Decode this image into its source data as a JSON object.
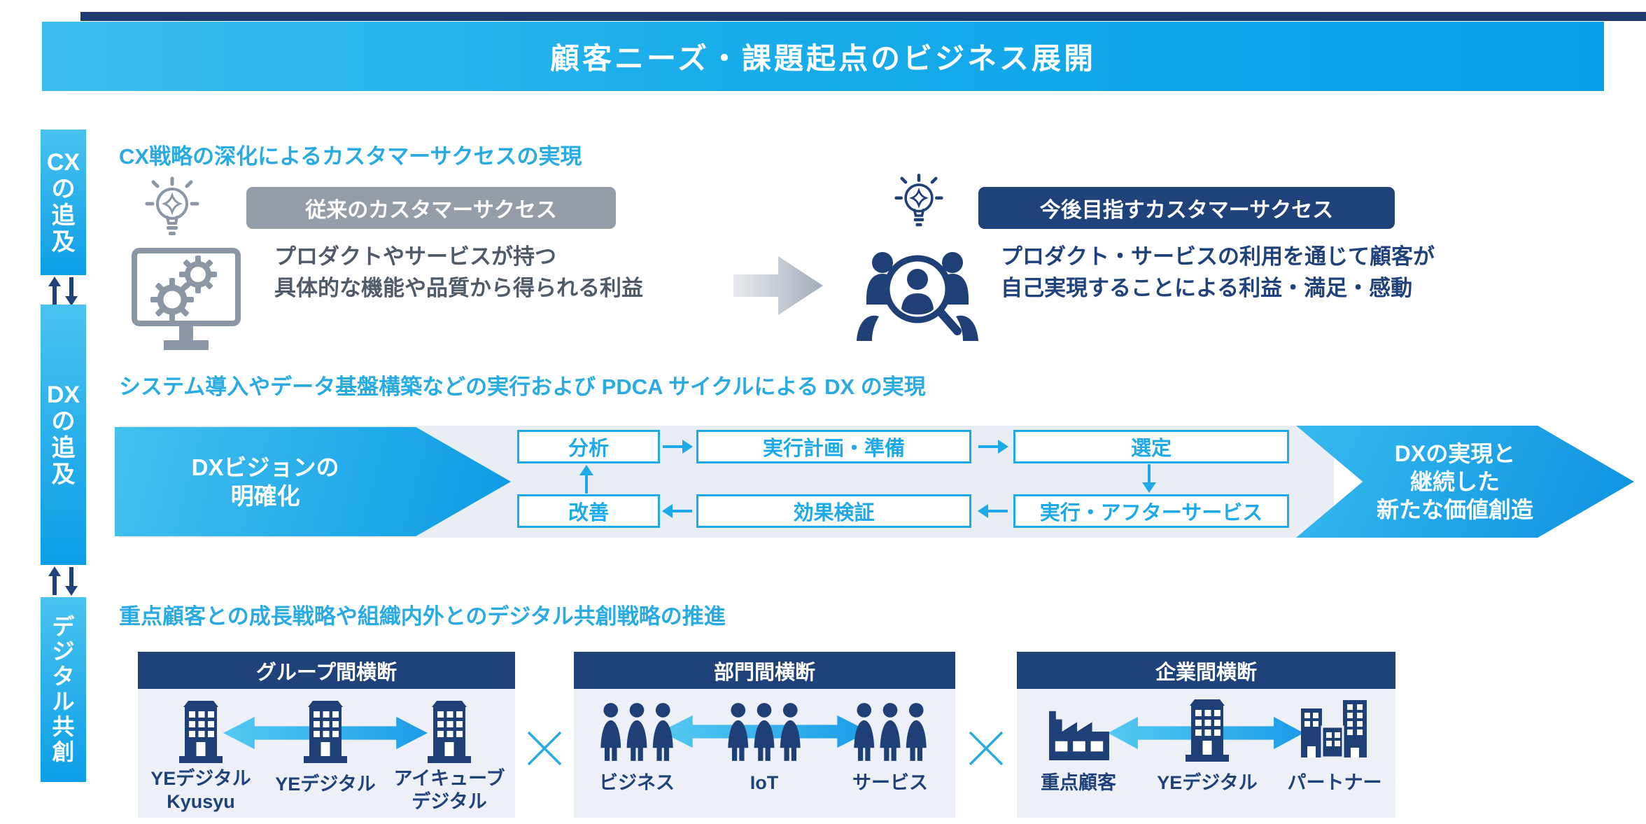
{
  "banner": {
    "title": "顧客ニーズ・課題起点のビジネス展開"
  },
  "sidebar": {
    "bars": [
      {
        "name": "cx-pursuit",
        "chars": [
          "CX",
          "の",
          "追",
          "及"
        ]
      },
      {
        "name": "dx-pursuit",
        "chars": [
          "DX",
          "の",
          "追",
          "及"
        ]
      },
      {
        "name": "digital-cocreation",
        "chars": [
          "デ",
          "ジ",
          "タ",
          "ル",
          "共",
          "創"
        ]
      }
    ]
  },
  "cx": {
    "heading": "CX戦略の深化によるカスタマーサクセスの実現",
    "legacy": {
      "label": "従来のカスタマーサクセス",
      "desc1": "プロダクトやサービスが持つ",
      "desc2": "具体的な機能や品質から得られる利益"
    },
    "future": {
      "label": "今後目指すカスタマーサクセス",
      "desc1": "プロダクト・サービスの利用を通じて顧客が",
      "desc2": "自己実現することによる利益・満足・感動"
    }
  },
  "dx": {
    "heading": "システム導入やデータ基盤構築などの実行および PDCA サイクルによる DX の実現",
    "start": {
      "line1": "DXビジョンの",
      "line2": "明確化"
    },
    "steps": {
      "analysis": "分析",
      "plan": "実行計画・準備",
      "select": "選定",
      "improve": "改善",
      "verify": "効果検証",
      "execute": "実行・アフターサービス"
    },
    "end": {
      "line1": "DXの実現と",
      "line2": "継続した",
      "line3": "新たな価値創造"
    }
  },
  "cocreation": {
    "heading": "重点顧客との成長戦略や組織内外とのデジタル共創戦略の推進",
    "cards": [
      {
        "header": "グループ間横断",
        "members": [
          {
            "line1": "YEデジタル",
            "line2": "Kyusyu"
          },
          {
            "line1": "YEデジタル"
          },
          {
            "line1": "アイキューブ",
            "line2": "デジタル"
          }
        ]
      },
      {
        "header": "部門間横断",
        "members": [
          {
            "line1": "ビジネス"
          },
          {
            "line1": "IoT"
          },
          {
            "line1": "サービス"
          }
        ]
      },
      {
        "header": "企業間横断",
        "members": [
          {
            "line1": "重点顧客"
          },
          {
            "line1": "YEデジタル"
          },
          {
            "line1": "パートナー"
          }
        ]
      }
    ]
  },
  "icons": {
    "lightbulb-gray-icon": "idea lightbulb outline",
    "monitor-gears-icon": "monitor with gears",
    "people-magnifier-icon": "customers with magnifying glass",
    "lightbulb-navy-icon": "idea lightbulb outline",
    "building-icon": "office building",
    "people-group-icon": "group of three people",
    "factory-icon": "factory",
    "buildings-cluster-icon": "partner buildings",
    "updown-arrows-icon": "bidirectional vertical arrows",
    "double-arrow-icon": "bidirectional horizontal arrow",
    "x-separator-icon": "multiply cross"
  },
  "colors": {
    "banner_left": "#3dbdee",
    "banner_right": "#099fe8",
    "heading_cyan": "#29abe2",
    "navy": "#20427a",
    "gray_pill": "#949ea9",
    "gray_text": "#4f5b68",
    "gray_icon": "#8c97a6",
    "flow_bg": "#e9edf4",
    "flow_accent": "#1ea9e9",
    "card_body_bg": "#edf1f7",
    "top_strip": "#1d3b6d"
  }
}
